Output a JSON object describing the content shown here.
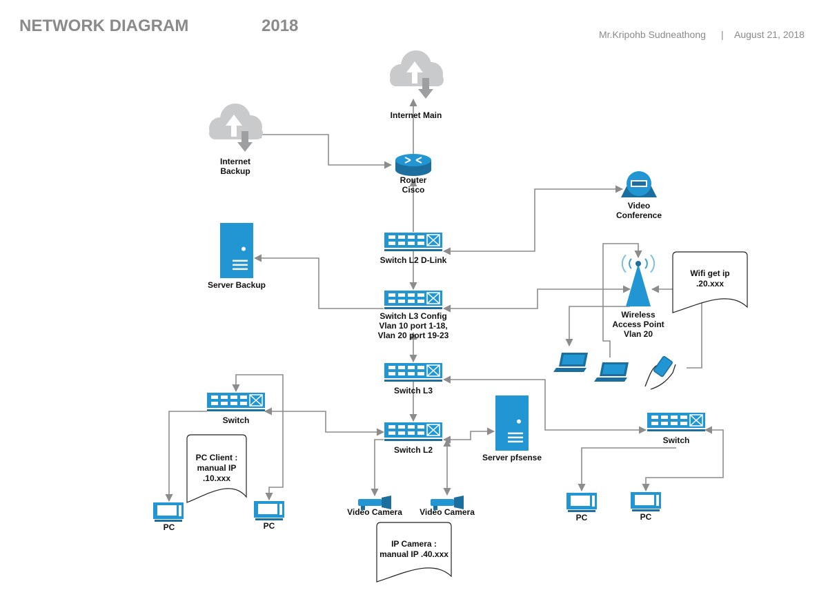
{
  "header": {
    "title": "NETWORK DIAGRAM",
    "year": "2018",
    "author": "Mr.Kripohb Sudneathong",
    "separator": "|",
    "date": "August 21, 2018"
  },
  "nodes": {
    "internet_main": {
      "icon": "cloud-upload-icon",
      "label": [
        "Internet Main"
      ]
    },
    "internet_backup": {
      "icon": "cloud-upload-icon",
      "label": [
        "Internet",
        "Backup"
      ]
    },
    "router": {
      "icon": "router-icon",
      "label": [
        "Router",
        "Cisco"
      ]
    },
    "video_conference": {
      "icon": "video-conference-icon",
      "label": [
        "Video",
        "Conference"
      ]
    },
    "switch_l2_dlink": {
      "icon": "switch-icon",
      "label": [
        "Switch L2 D-Link"
      ]
    },
    "server_backup": {
      "icon": "server-icon",
      "label": [
        "Server Backup"
      ]
    },
    "switch_l3_config": {
      "icon": "switch-icon",
      "label": [
        "Switch L3 Config",
        "Vlan 10 port 1-18,",
        "Vlan 20 port 19-23"
      ]
    },
    "wireless_ap": {
      "icon": "wireless-access-point-icon",
      "label": [
        "Wireless",
        "Access Point",
        "Vlan 20"
      ]
    },
    "switch_l3": {
      "icon": "switch-icon",
      "label": [
        "Switch L3"
      ]
    },
    "switch_left": {
      "icon": "switch-icon",
      "label": [
        "Switch"
      ]
    },
    "switch_l2": {
      "icon": "switch-icon",
      "label": [
        "Switch L2"
      ]
    },
    "server_pfsense": {
      "icon": "server-icon",
      "label": [
        "Server pfsense"
      ]
    },
    "switch_right": {
      "icon": "switch-icon",
      "label": [
        "Switch"
      ]
    },
    "pc_left_1": {
      "icon": "pc-icon",
      "label": [
        "PC"
      ]
    },
    "pc_left_2": {
      "icon": "pc-icon",
      "label": [
        "PC"
      ]
    },
    "camera_1": {
      "icon": "video-camera-icon",
      "label": [
        "Video Camera"
      ]
    },
    "camera_2": {
      "icon": "video-camera-icon",
      "label": [
        "Video Camera"
      ]
    },
    "pc_right_1": {
      "icon": "pc-icon",
      "label": [
        "PC"
      ]
    },
    "pc_right_2": {
      "icon": "pc-icon",
      "label": [
        "PC"
      ]
    },
    "laptop_1": {
      "icon": "laptop-icon",
      "label": []
    },
    "laptop_2": {
      "icon": "laptop-icon",
      "label": []
    },
    "mobile": {
      "icon": "mobile-hand-icon",
      "label": []
    }
  },
  "notes": {
    "wifi": [
      "Wifi get ip",
      ".20.xxx"
    ],
    "pc_client": [
      "PC Client :",
      "manual IP",
      ".10.xxx"
    ],
    "ip_camera": [
      "IP Camera :",
      "manual IP .40.xxx"
    ]
  },
  "colors": {
    "device_blue": "#2196d3",
    "device_dark": "#1b6e9e",
    "cloud_gray": "#c9cacb",
    "connector_gray": "#8c8c8c",
    "header_gray": "#8a8a8a"
  }
}
